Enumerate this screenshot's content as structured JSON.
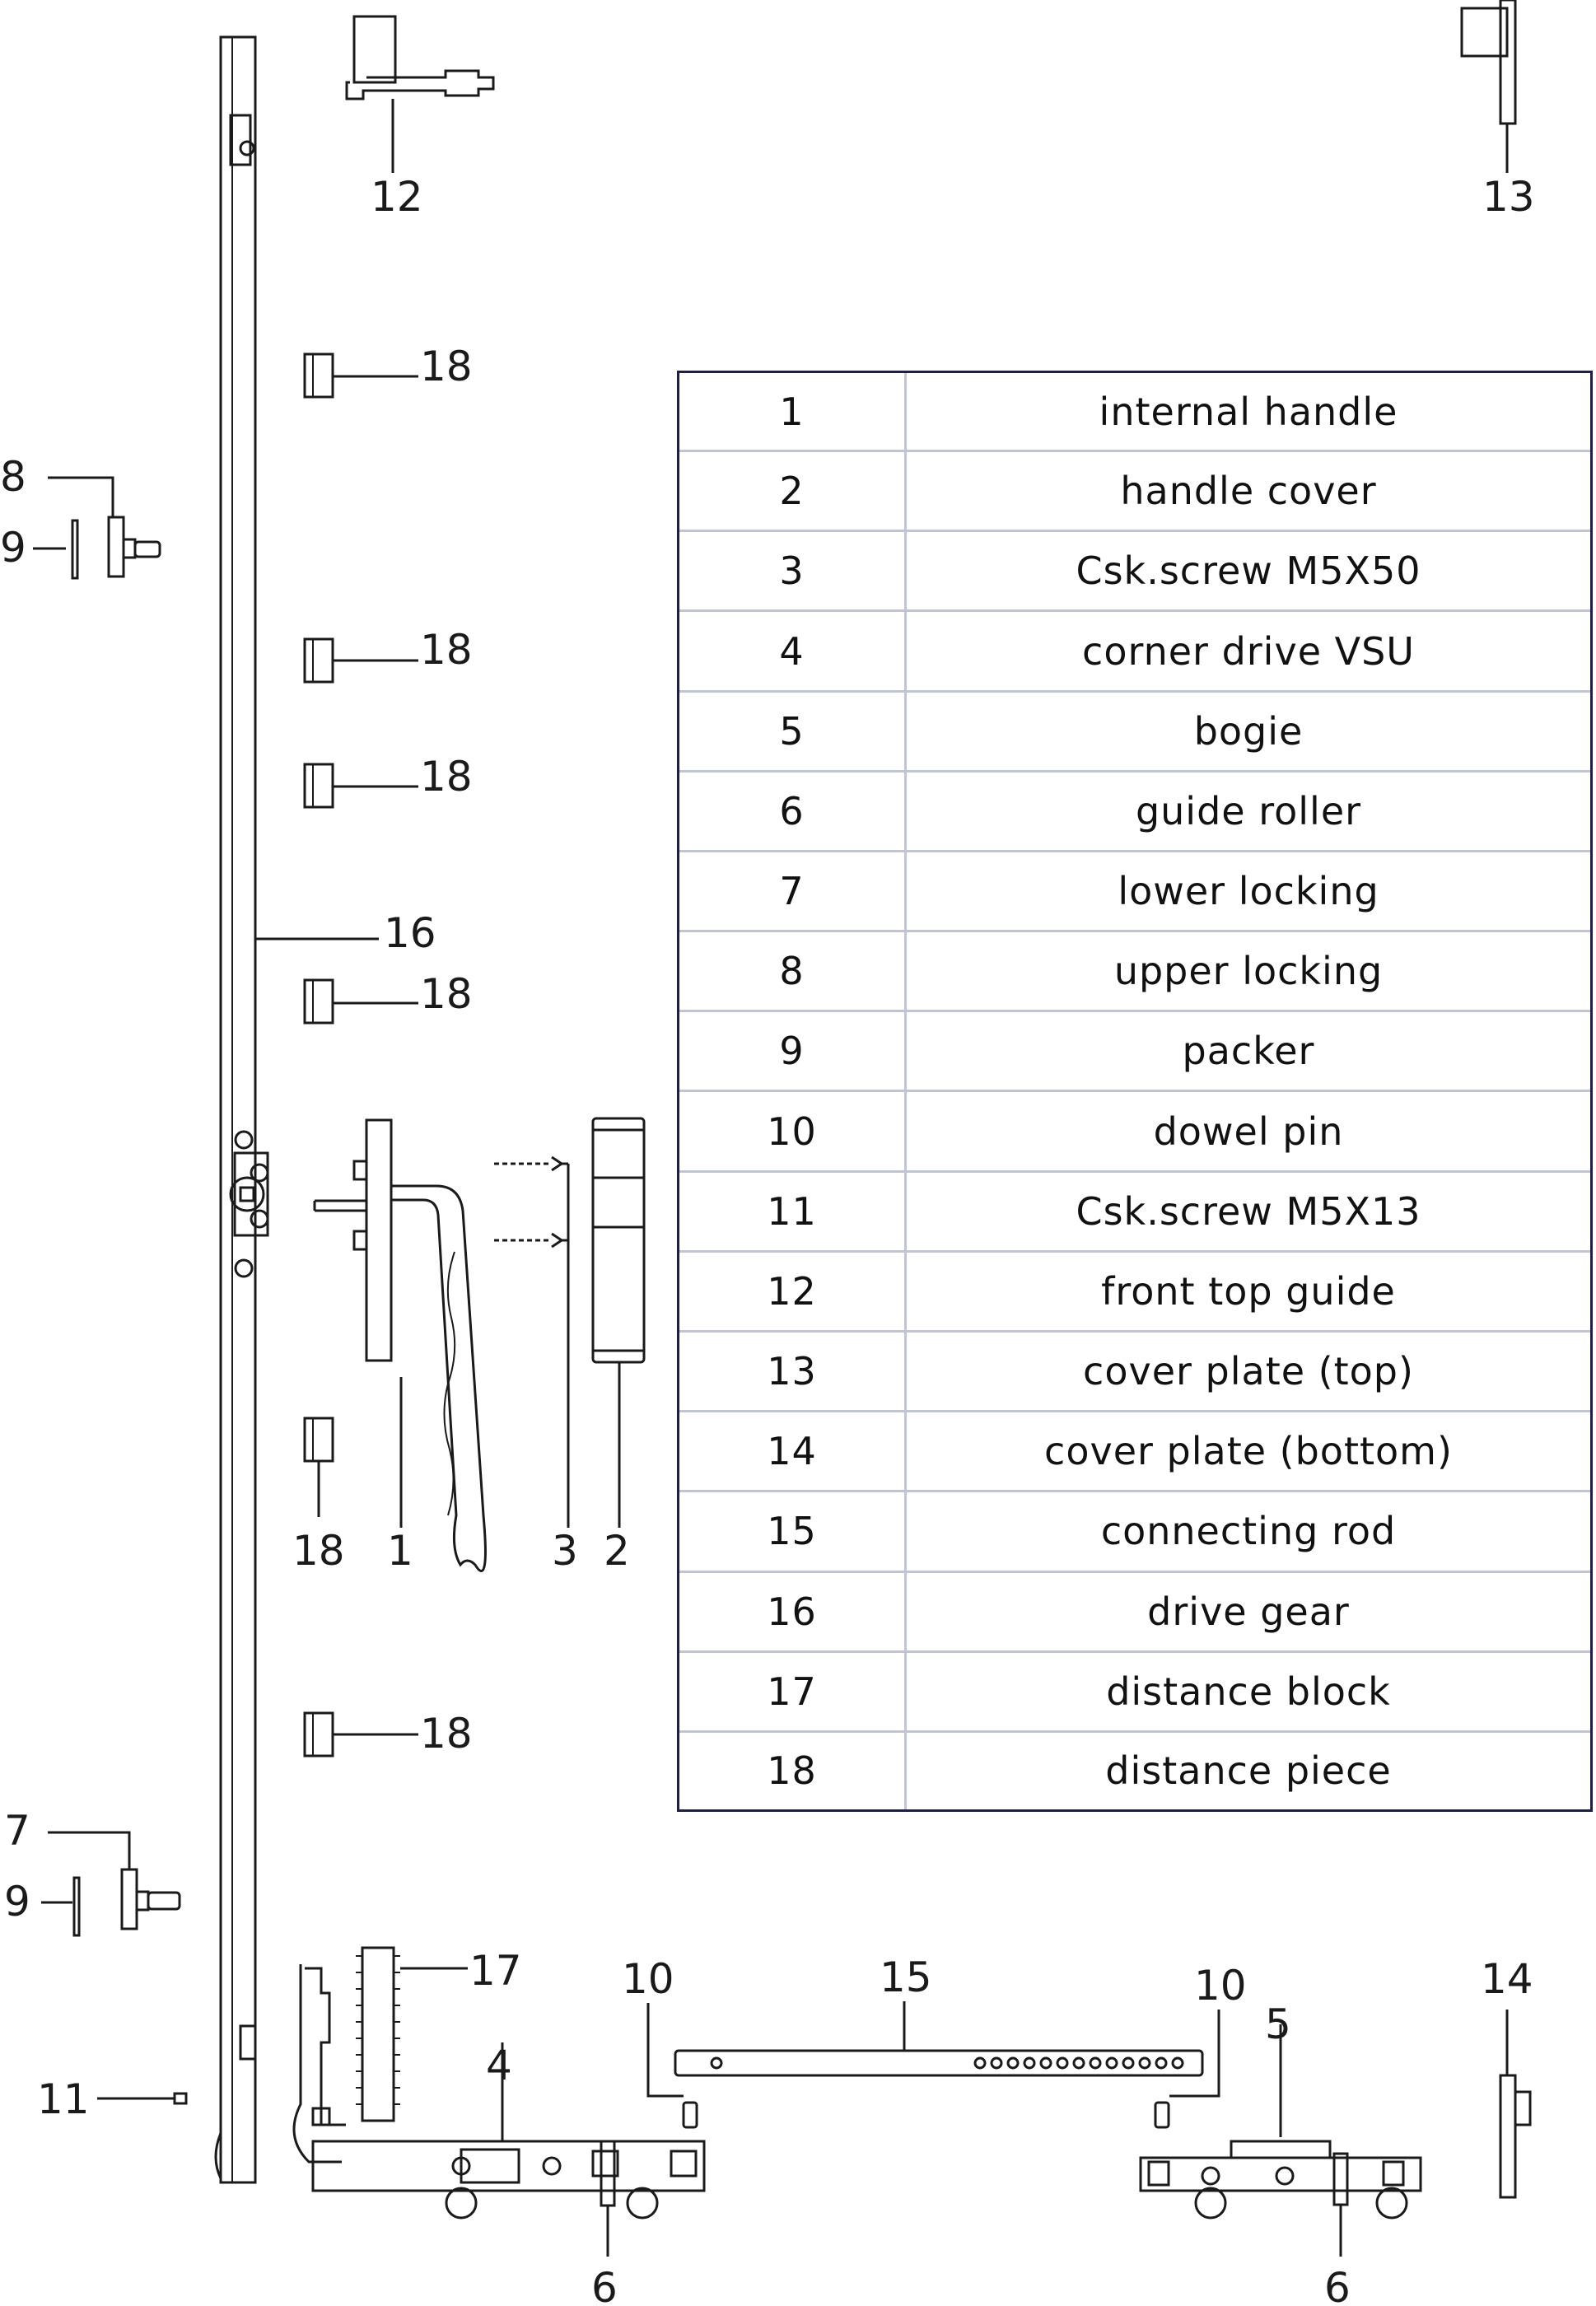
{
  "parts_table": {
    "rows": [
      {
        "number": "1",
        "name": "internal handle"
      },
      {
        "number": "2",
        "name": "handle cover"
      },
      {
        "number": "3",
        "name": "Csk.screw M5X50"
      },
      {
        "number": "4",
        "name": "corner drive VSU"
      },
      {
        "number": "5",
        "name": "bogie"
      },
      {
        "number": "6",
        "name": "guide roller"
      },
      {
        "number": "7",
        "name": "lower locking"
      },
      {
        "number": "8",
        "name": "upper locking"
      },
      {
        "number": "9",
        "name": "packer"
      },
      {
        "number": "10",
        "name": "dowel pin"
      },
      {
        "number": "11",
        "name": "Csk.screw M5X13"
      },
      {
        "number": "12",
        "name": "front top guide"
      },
      {
        "number": "13",
        "name": "cover plate (top)"
      },
      {
        "number": "14",
        "name": "cover plate (bottom)"
      },
      {
        "number": "15",
        "name": "connecting rod"
      },
      {
        "number": "16",
        "name": "drive gear"
      },
      {
        "number": "17",
        "name": "distance block"
      },
      {
        "number": "18",
        "name": "distance piece"
      }
    ]
  },
  "callouts": {
    "c12": "12",
    "c13": "13",
    "c18a": "18",
    "c18b": "18",
    "c18c": "18",
    "c18d": "18",
    "c18e": "18",
    "c18f": "18",
    "c8": "8",
    "c9a": "9",
    "c16": "16",
    "c1": "1",
    "c3": "3",
    "c2": "2",
    "c7": "7",
    "c9b": "9",
    "c17": "17",
    "c10a": "10",
    "c15": "15",
    "c10b": "10",
    "c14": "14",
    "c4": "4",
    "c5": "5",
    "c11": "11",
    "c6a": "6",
    "c6b": "6"
  }
}
